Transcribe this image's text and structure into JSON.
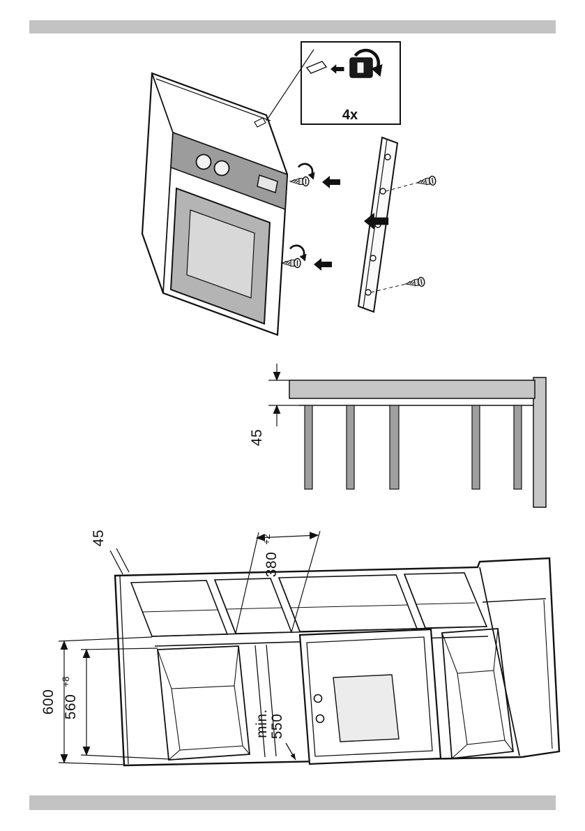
{
  "page": {
    "background": "#ffffff",
    "band_color": "#c3c3c3",
    "line_color": "#111111",
    "panel_gray": "#9c9c9c",
    "slab_gray": "#c6c6c6"
  },
  "figures": {
    "appliance": {
      "count_label": "4x"
    },
    "section": {
      "gap_dim": "45"
    },
    "cabinet": {
      "panel_thickness": "45",
      "niche_width": "380",
      "niche_width_tol": "+2",
      "outer_width": "600",
      "inner_width": "560",
      "inner_width_tol": "+8",
      "min_depth_label": "min.",
      "min_depth_value": "550"
    }
  }
}
